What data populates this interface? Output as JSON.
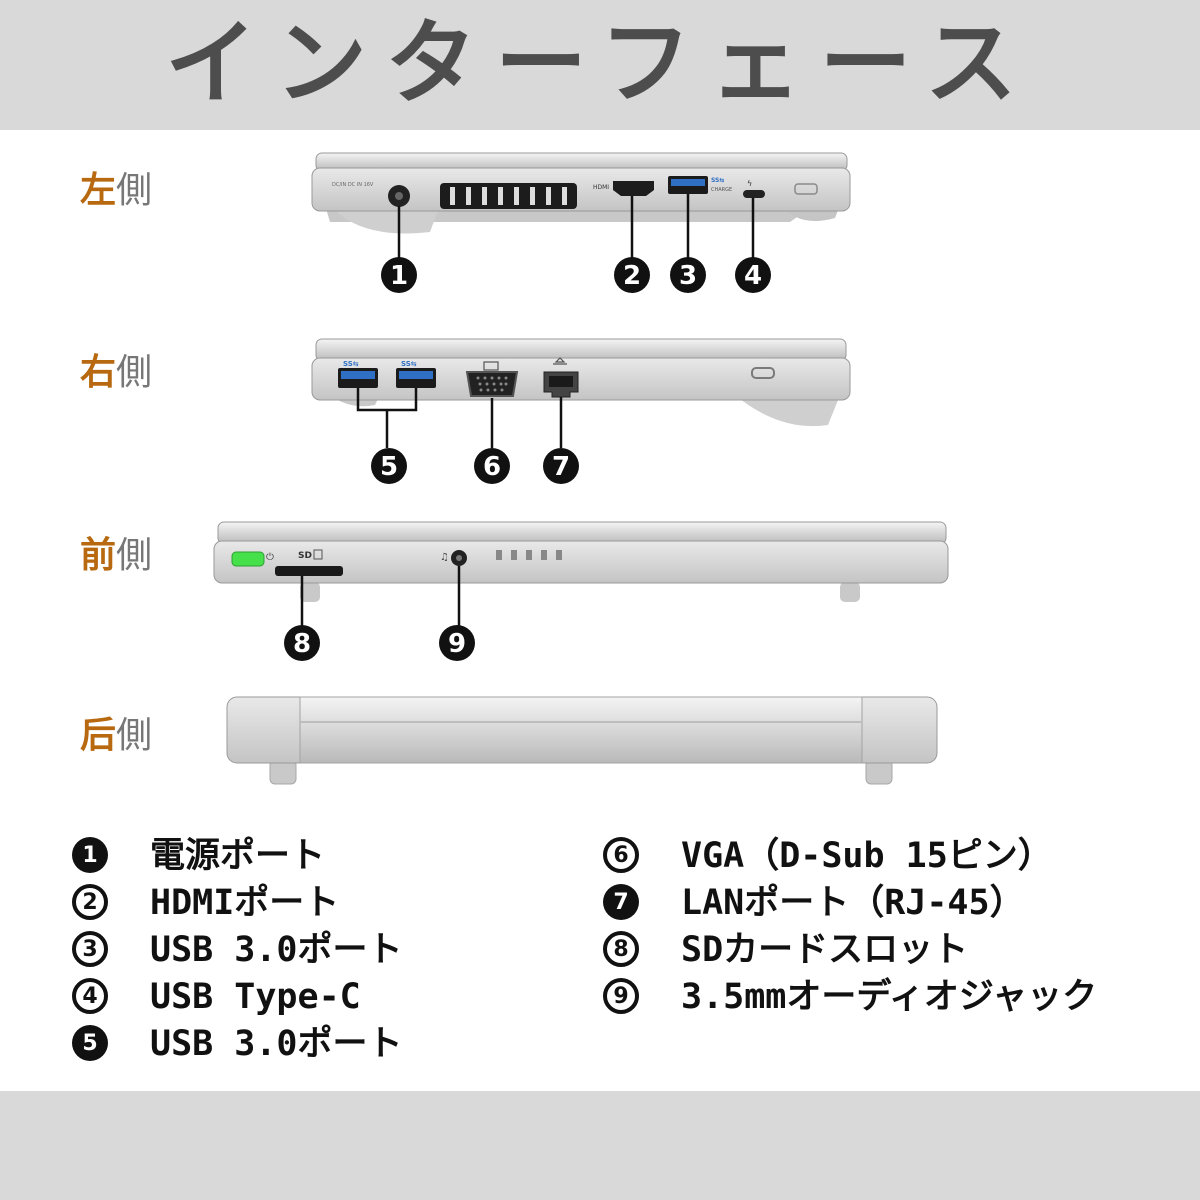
{
  "header": {
    "title": "インターフェース"
  },
  "views": [
    {
      "id": "left",
      "label_a": "左",
      "label_b": "側"
    },
    {
      "id": "right",
      "label_a": "右",
      "label_b": "側"
    },
    {
      "id": "front",
      "label_a": "前",
      "label_b": "側"
    },
    {
      "id": "back",
      "label_a": "后",
      "label_b": "側"
    }
  ],
  "markers": [
    "1",
    "2",
    "3",
    "4",
    "5",
    "6",
    "7",
    "8",
    "9"
  ],
  "port_markings": {
    "dc_in": "DC/IN DC IN 16V",
    "hdmi": "HDMI",
    "charge": "CHARGE"
  },
  "legend": [
    {
      "num": "1",
      "text": "電源ポート",
      "style": "solid"
    },
    {
      "num": "2",
      "text": "HDMIポート",
      "style": "outline"
    },
    {
      "num": "3",
      "text": "USB 3.0ポート",
      "style": "outline"
    },
    {
      "num": "4",
      "text": "USB Type-C",
      "style": "outline"
    },
    {
      "num": "5",
      "text": "USB 3.0ポート",
      "style": "solid"
    },
    {
      "num": "6",
      "text": "VGA（D-Sub 15ピン）",
      "style": "outline"
    },
    {
      "num": "7",
      "text": "LANポート（RJ-45）",
      "style": "solid"
    },
    {
      "num": "8",
      "text": "SDカードスロット",
      "style": "outline"
    },
    {
      "num": "9",
      "text": "3.5mmオーディオジャック",
      "style": "outline"
    }
  ],
  "colors": {
    "label_accent": "#b8680f",
    "usb_blue": "#2f6fc4",
    "power_led": "#45e04a",
    "band_gray": "#d9d9d9"
  }
}
